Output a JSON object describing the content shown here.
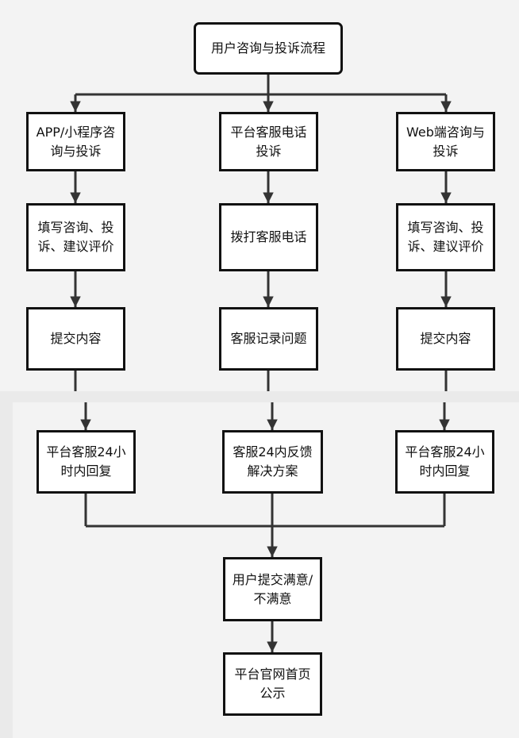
{
  "diagram": {
    "root": "用户咨询与投诉流程",
    "branches": [
      {
        "channel": "APP/小程序咨询与投诉",
        "step1": "填写咨询、投诉、建议评价",
        "step2": "提交内容",
        "step3": "平台客服24小时内回复"
      },
      {
        "channel": "平台客服电话投诉",
        "step1": "拨打客服电话",
        "step2": "客服记录问题",
        "step3": "客服24内反馈解决方案"
      },
      {
        "channel": "Web端咨询与投诉",
        "step1": "填写咨询、投诉、建议评价",
        "step2": "提交内容",
        "step3": "平台客服24小时内回复"
      }
    ],
    "merge": "用户提交满意/不满意",
    "final": "平台官网首页公示"
  }
}
